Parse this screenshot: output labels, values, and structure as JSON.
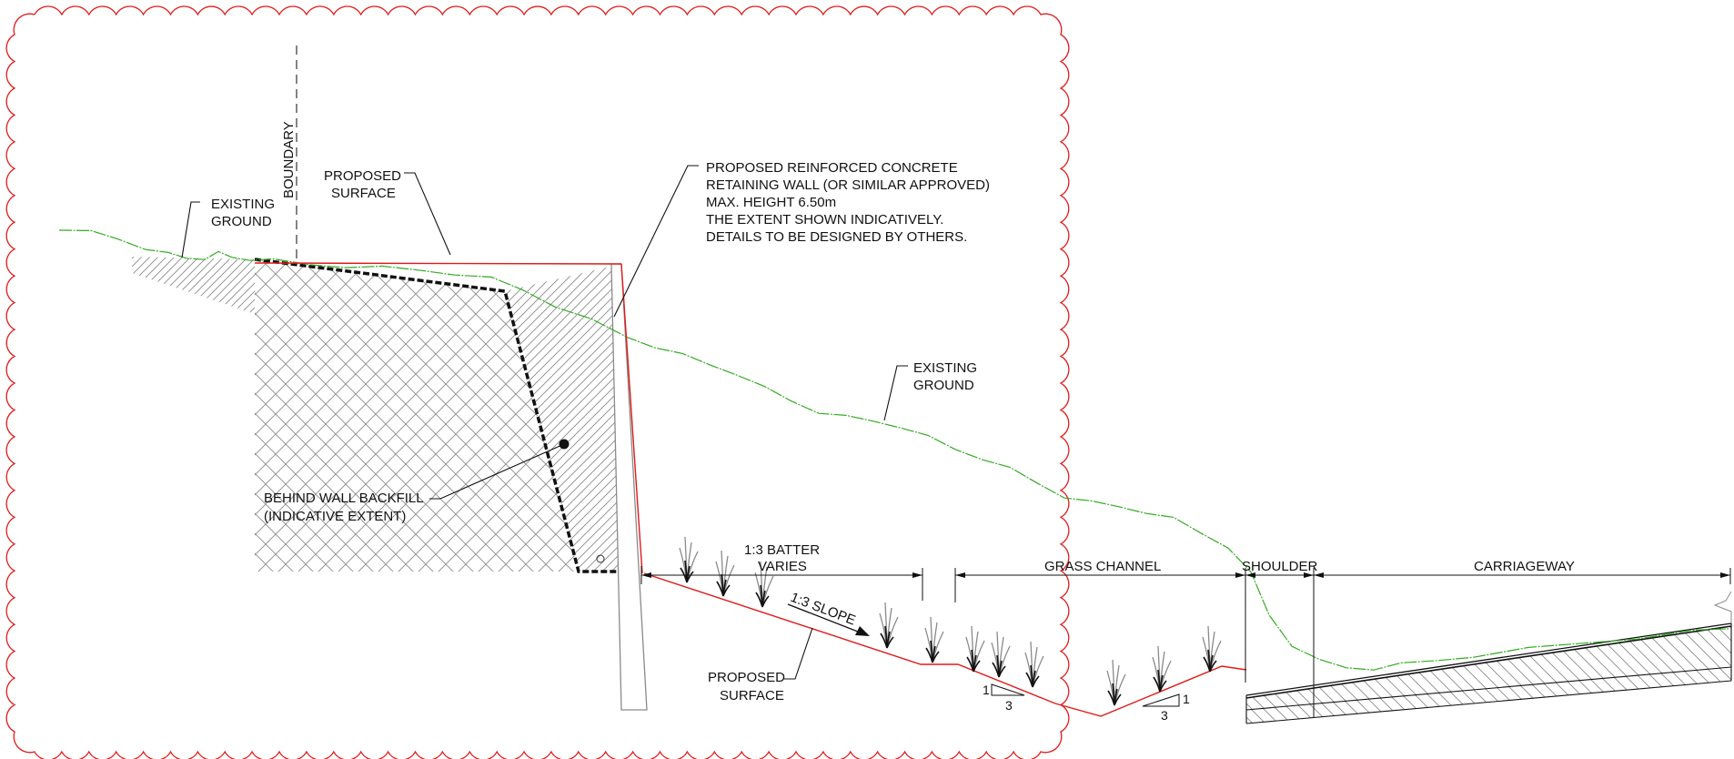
{
  "labels": {
    "boundary": "BOUNDARY",
    "existing_ground_left_1": "EXISTING",
    "existing_ground_left_2": "GROUND",
    "proposed_surface_top_1": "PROPOSED",
    "proposed_surface_top_2": "SURFACE",
    "wall_note_1": "PROPOSED REINFORCED CONCRETE",
    "wall_note_2": "RETAINING WALL (OR SIMILAR APPROVED)",
    "wall_note_3": "MAX. HEIGHT 6.50m",
    "wall_note_4": "THE EXTENT SHOWN INDICATIVELY.",
    "wall_note_5": "DETAILS TO BE DESIGNED BY OTHERS.",
    "existing_ground_right_1": "EXISTING",
    "existing_ground_right_2": "GROUND",
    "backfill_1": "BEHIND WALL BACKFILL",
    "backfill_2": "(INDICATIVE EXTENT)",
    "batter_1": "1:3 BATTER",
    "batter_2": "VARIES",
    "slope_arrow": "1:3 SLOPE",
    "grass_channel": "GRASS CHANNEL",
    "shoulder": "SHOULDER",
    "carriageway": "CARRIAGEWAY",
    "proposed_surface_bottom_1": "PROPOSED",
    "proposed_surface_bottom_2": "SURFACE",
    "ratio_left_rise": "1",
    "ratio_left_run": "3",
    "ratio_right_rise": "1",
    "ratio_right_run": "3"
  },
  "colors": {
    "existing_ground_line": "#33aa22",
    "proposed_surface_line": "#e01b1b",
    "revision_cloud": "#e01b1b",
    "backfill_outline": "#111111",
    "hatching": "#8a8a8a",
    "wall_outline": "#8a8a8a",
    "vegetation_dark": "#111111",
    "vegetation_light": "#8a8a8a"
  }
}
